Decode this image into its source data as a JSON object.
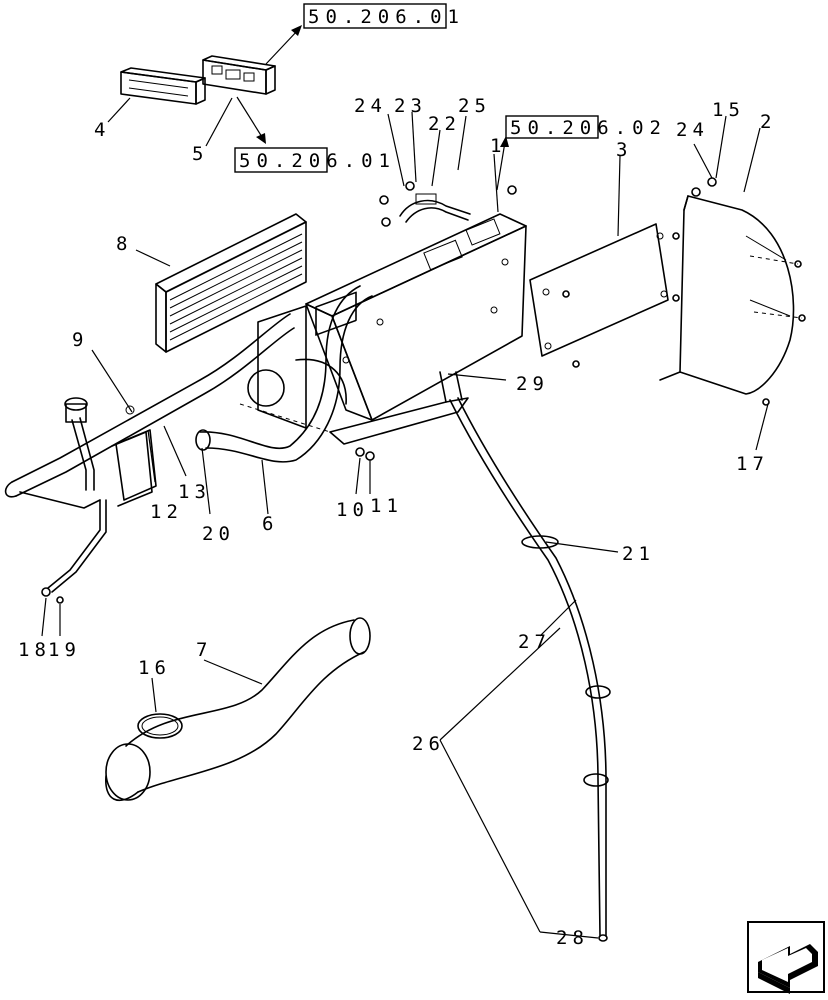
{
  "diagram": {
    "references": {
      "top": "50.206.01",
      "middle": "50.206.01",
      "right": "50.206.02"
    },
    "callouts": {
      "c1": "1",
      "c2": "2",
      "c3": "3",
      "c4": "4",
      "c5": "5",
      "c6": "6",
      "c7": "7",
      "c8": "8",
      "c9": "9",
      "c10": "10",
      "c11": "11",
      "c12": "12",
      "c13": "13",
      "c15": "15",
      "c16": "16",
      "c17": "17",
      "c18": "18",
      "c19": "19",
      "c20": "20",
      "c21": "21",
      "c22": "22",
      "c23": "23",
      "c24a": "24",
      "c24b": "24",
      "c25": "25",
      "c26": "26",
      "c27": "27",
      "c28": "28",
      "c29": "29"
    }
  },
  "nav": {
    "icon": "next-page-arrow-icon"
  }
}
